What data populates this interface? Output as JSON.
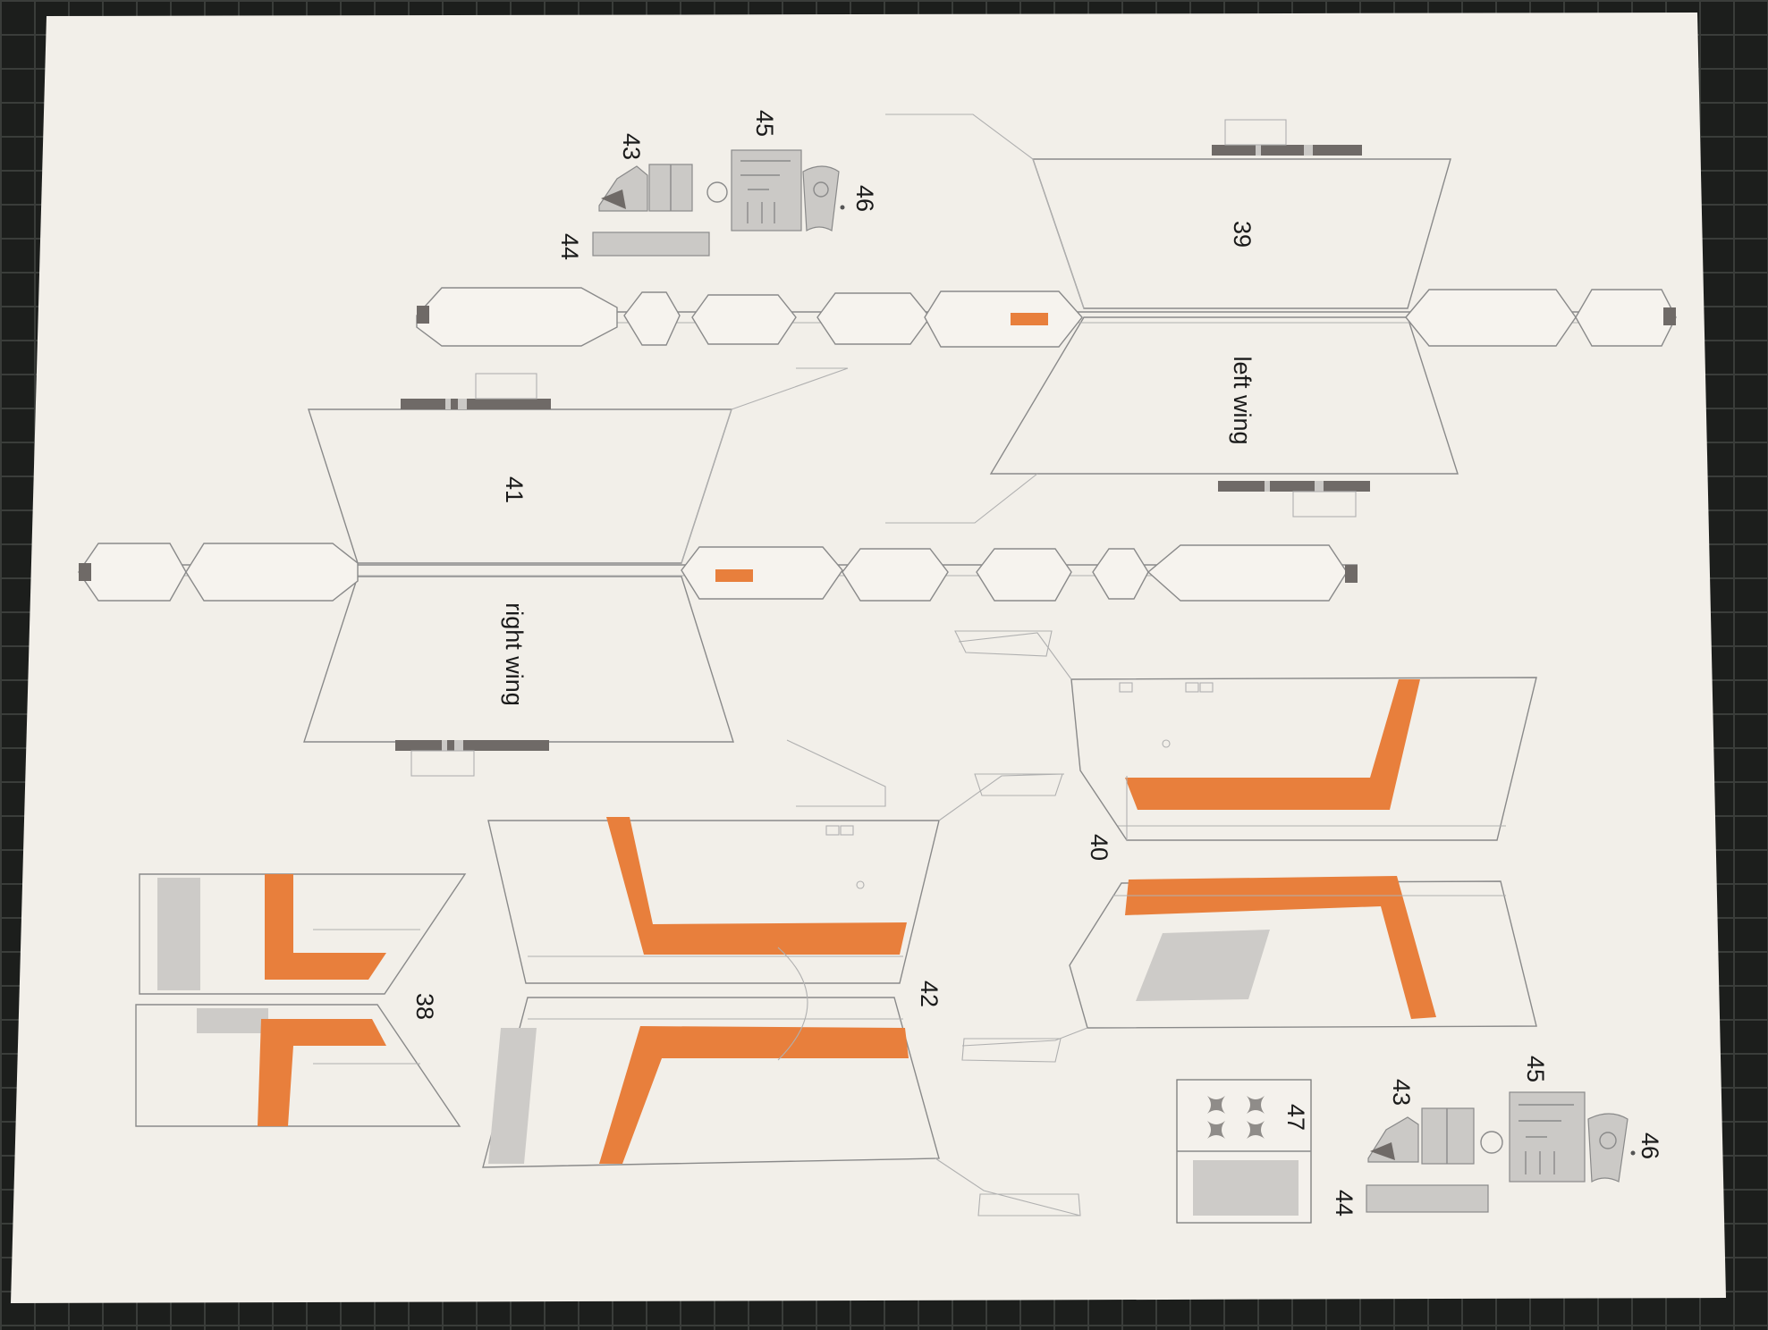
{
  "image": {
    "subject": "paper model cut sheet on cutting mat",
    "colors": {
      "mat": "#1c1e1c",
      "paper": "#f2efe9",
      "accent_orange": "#e87f3c",
      "part_gray": "#cbc9c6",
      "line_gray": "#8a8a8a"
    }
  },
  "labels": {
    "p39": "39",
    "left_wing": "left wing",
    "p41": "41",
    "right_wing": "right wing",
    "p43_top": "43",
    "p44_top": "44",
    "p45_top": "45",
    "p46_top": "46",
    "p40": "40",
    "p42": "42",
    "p38": "38",
    "p47": "47",
    "p43_bottom": "43",
    "p44_bottom": "44",
    "p45_bottom": "45",
    "p46_bottom": "46"
  }
}
